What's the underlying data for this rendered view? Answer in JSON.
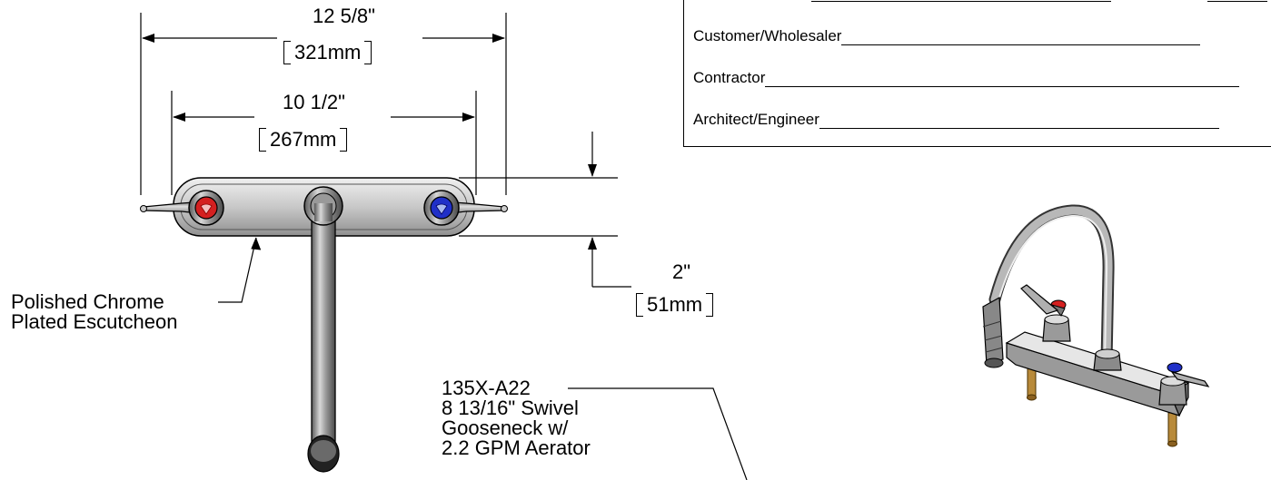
{
  "dimensions": {
    "overall_width": {
      "imperial": "12 5/8\"",
      "metric": "321mm"
    },
    "center_spacing": {
      "imperial": "10 1/2\"",
      "metric": "267mm"
    },
    "escutcheon_height": {
      "imperial": "2\"",
      "metric": "51mm"
    }
  },
  "callouts": {
    "escutcheon": [
      "Polished Chrome",
      "Plated Escutcheon"
    ],
    "gooseneck": [
      "135X-A22",
      "8 13/16\" Swivel",
      "Gooseneck w/",
      "2.2 GPM Aerator"
    ]
  },
  "form": {
    "fields": [
      {
        "label": "Customer/Wholesaler"
      },
      {
        "label": "Contractor"
      },
      {
        "label": "Architect/Engineer"
      }
    ]
  },
  "colors": {
    "hot_handle": "#d42020",
    "cold_handle": "#2030c8",
    "chrome": "#9a9a9a",
    "brass": "#b88a3a"
  }
}
